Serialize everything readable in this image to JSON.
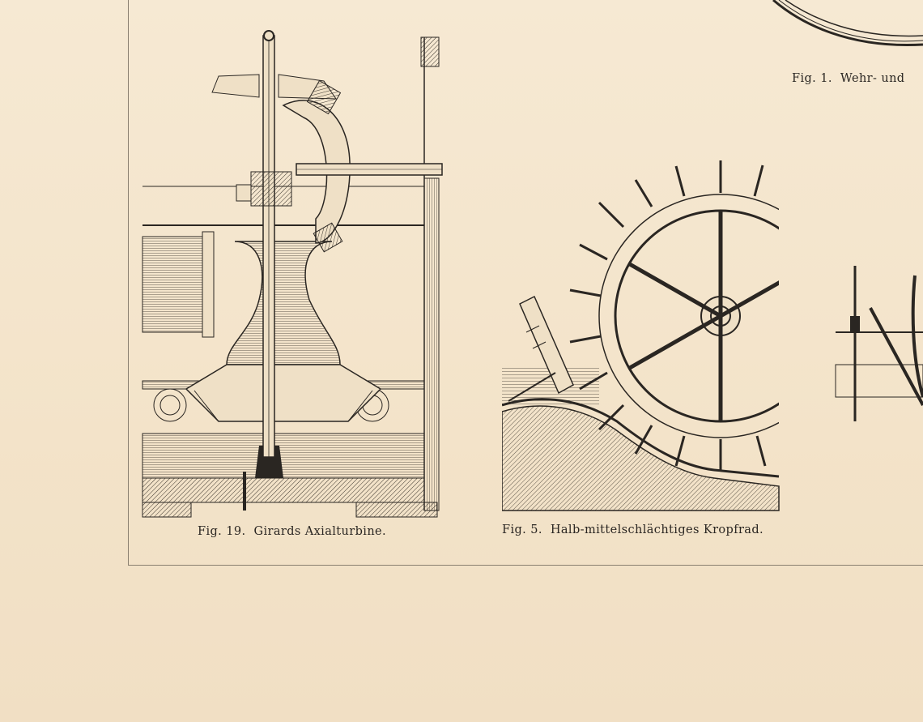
{
  "plate": {
    "figures": [
      {
        "number": "Fig. 19.",
        "title": "Girards Axialturbine."
      },
      {
        "number": "Fig. 5.",
        "title": "Halb-mittelschlächtiges Kropfrad."
      },
      {
        "number": "Fig. 1.",
        "title": "Wehr- und"
      }
    ]
  },
  "colors": {
    "paper": "#f4e6cf",
    "ink": "#2a2622"
  }
}
